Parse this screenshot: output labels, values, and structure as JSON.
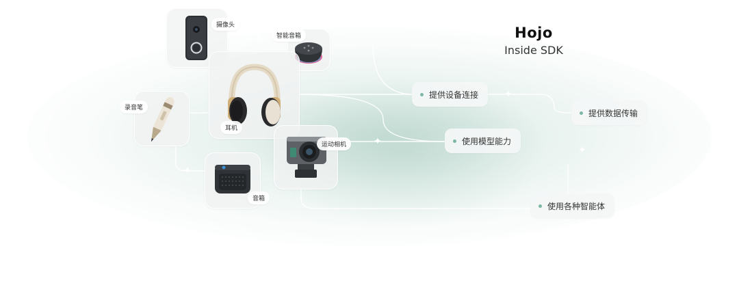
{
  "brand": {
    "title": "Hojo",
    "subtitle": "Inside SDK"
  },
  "devices": {
    "camera": "摄像头",
    "smart_speaker": "智能音箱",
    "headphones": "耳机",
    "recorder_pen": "录音笔",
    "action_camera": "运动相机",
    "speaker": "音箱"
  },
  "features": {
    "device_connect": "提供设备连接",
    "data_transfer": "提供数据传输",
    "model_capability": "使用模型能力",
    "agents": "使用各种智能体"
  },
  "colors": {
    "accent_dot": "#7cb7a6",
    "glow": "#bad6cd",
    "smart_speaker_ring": "#e0407a"
  }
}
